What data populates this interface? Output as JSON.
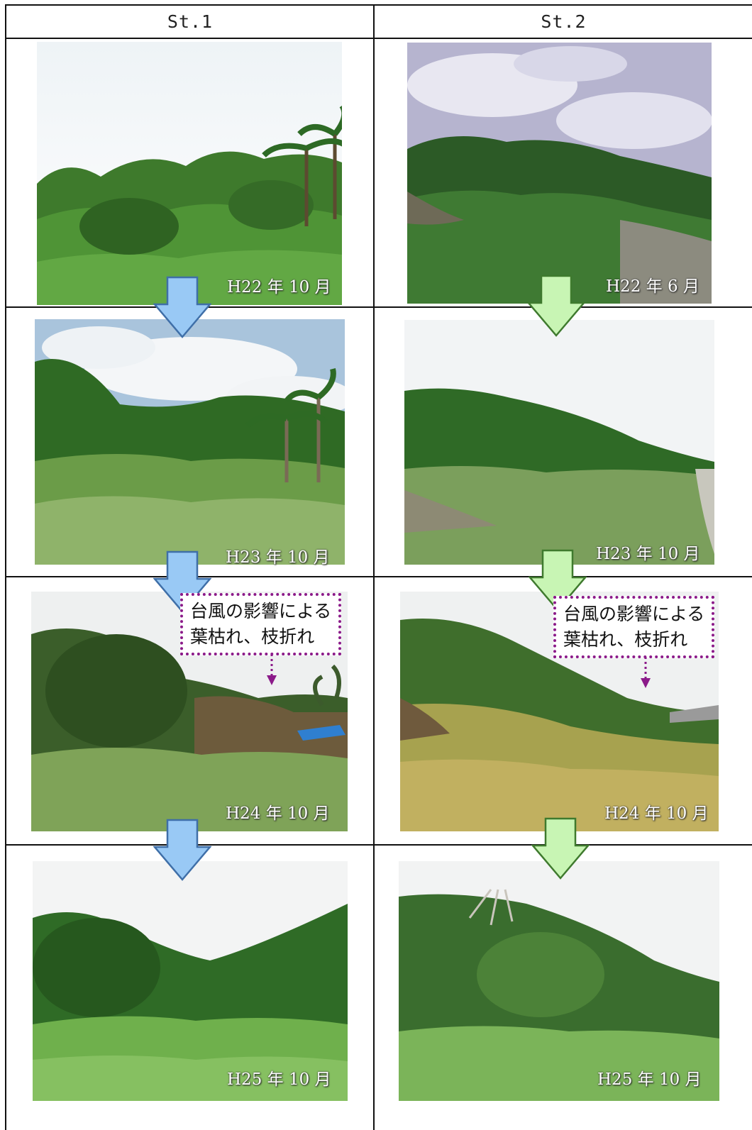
{
  "table": {
    "columns": [
      "St.1",
      "St.2"
    ]
  },
  "photos": {
    "st1": [
      {
        "caption": "H22 年 10 月"
      },
      {
        "caption": "H23 年 10 月"
      },
      {
        "caption": "H24 年 10 月"
      },
      {
        "caption": "H25 年 10 月"
      }
    ],
    "st2": [
      {
        "caption": "H22 年 6 月"
      },
      {
        "caption": "H23 年 10 月"
      },
      {
        "caption": "H24 年 10 月"
      },
      {
        "caption": "H25 年 10 月"
      }
    ]
  },
  "callouts": {
    "st1": {
      "line1": "台風の影響による",
      "line2": "葉枯れ、枝折れ"
    },
    "st2": {
      "line1": "台風の影響による",
      "line2": "葉枯れ、枝折れ"
    }
  },
  "colors": {
    "st1_arrow_fill": "#99c9f5",
    "st1_arrow_stroke": "#3f6fa8",
    "st2_arrow_fill": "#c8f5b4",
    "st2_arrow_stroke": "#3f7a2e",
    "callout_border": "#8b1a89"
  },
  "icons": {
    "arrow": "down-arrow-icon",
    "pointer": "dotted-pointer-icon"
  }
}
